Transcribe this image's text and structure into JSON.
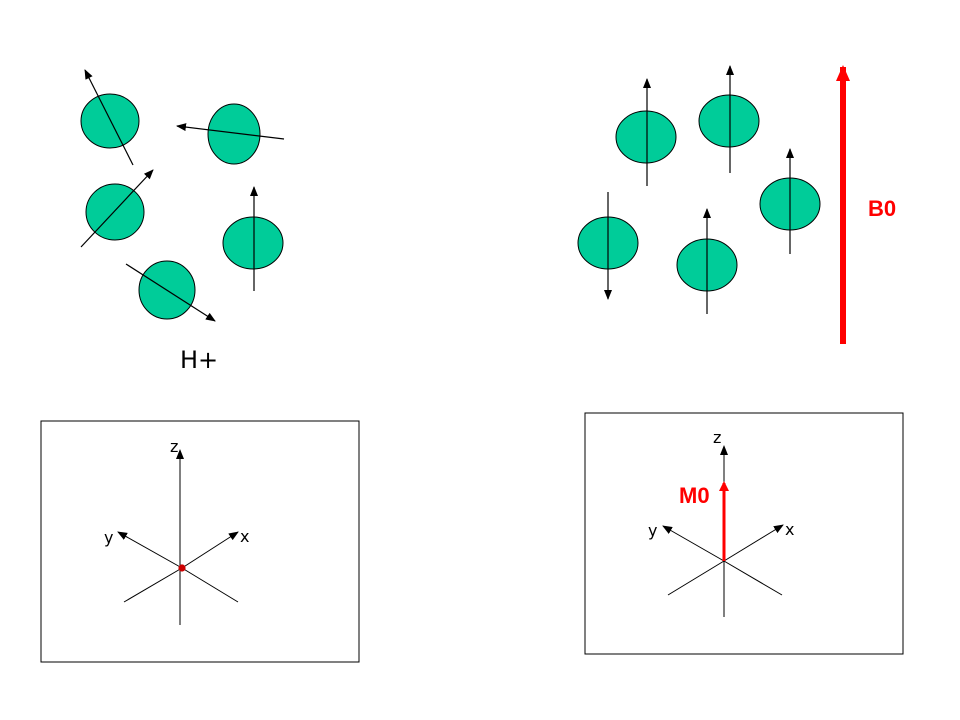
{
  "colors": {
    "spin_fill": "#00CC99",
    "spin_stroke": "#000000",
    "field_arrow": "#FF0000",
    "origin_dot": "#CC0000"
  },
  "left_panel": {
    "label": "H+",
    "axes": {
      "z": "z",
      "y": "y",
      "x": "x"
    }
  },
  "right_panel": {
    "field_label": "B0",
    "magnetization_label": "M0",
    "axes": {
      "z": "z",
      "y": "y",
      "x": "x"
    }
  }
}
